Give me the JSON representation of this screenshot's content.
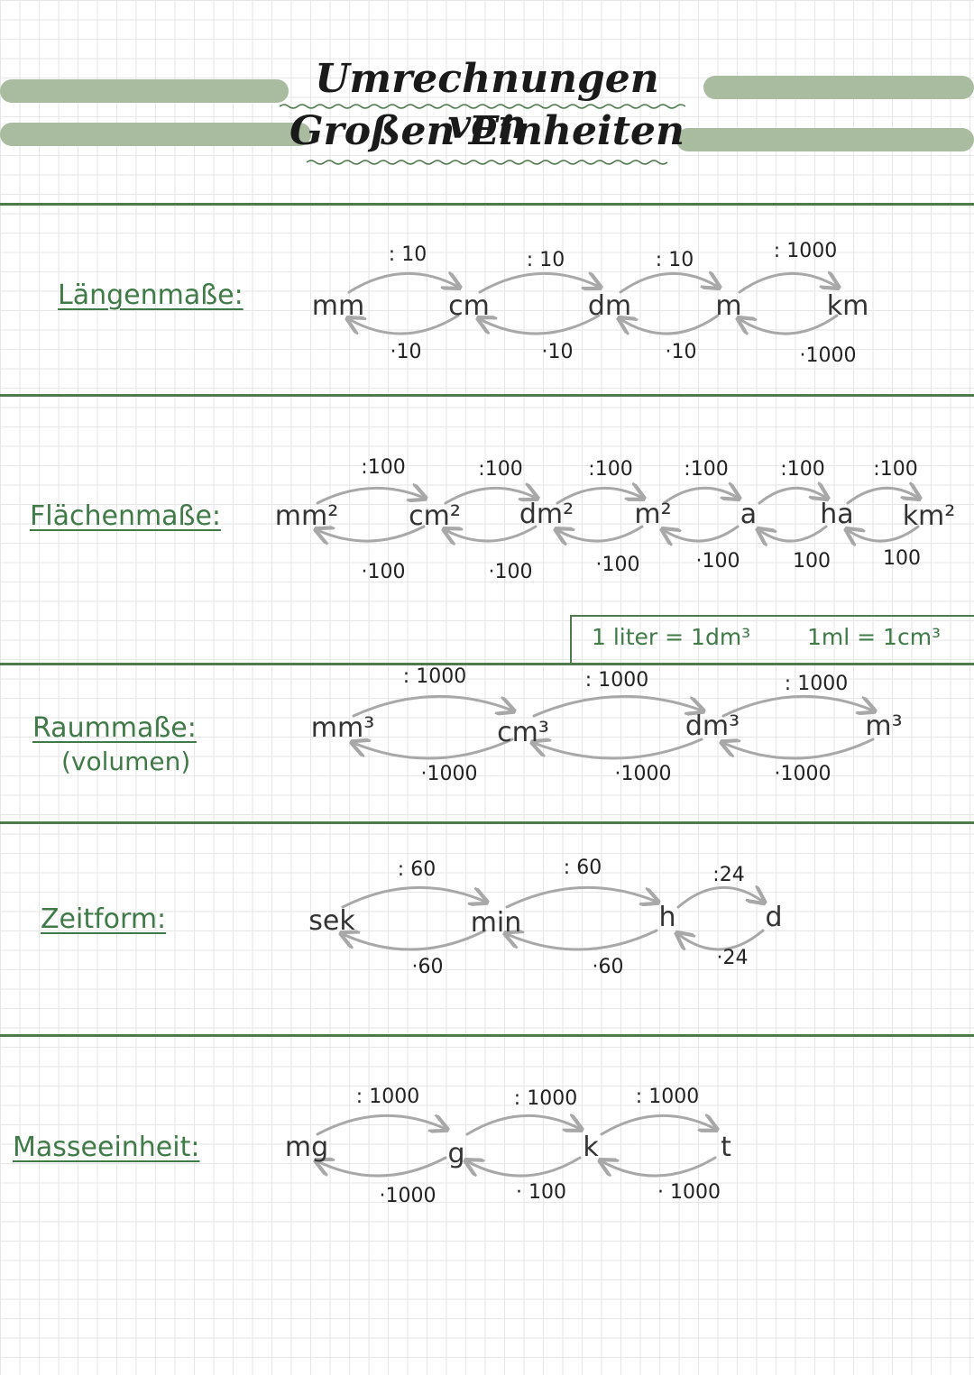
{
  "title": {
    "line1": "Umrechnungen von",
    "line2": "Großen Einheiten"
  },
  "sections": {
    "length": {
      "label": "Längenmaße:",
      "units": [
        "mm",
        "cm",
        "dm",
        "m",
        "km"
      ],
      "divide": [
        ": 10",
        ": 10",
        ": 10",
        ": 1000"
      ],
      "multiply": [
        "·10",
        "·10",
        "·10",
        "·1000"
      ]
    },
    "area": {
      "label": "Flächenmaße:",
      "units": [
        "mm²",
        "cm²",
        "dm²",
        "m²",
        "a",
        "ha",
        "km²"
      ],
      "divide": [
        ":100",
        ":100",
        ":100",
        ":100",
        ":100",
        ":100"
      ],
      "multiply": [
        "·100",
        "·100",
        "·100",
        "·100",
        "100",
        "100"
      ]
    },
    "volume": {
      "label": "Raummaße:",
      "sublabel": "(volumen)",
      "units": [
        "mm³",
        "cm³",
        "dm³",
        "m³"
      ],
      "divide": [
        ": 1000",
        ": 1000",
        ": 1000"
      ],
      "multiply": [
        "·1000",
        "·1000",
        "·1000"
      ],
      "equivalences": [
        "1 liter = 1dm³",
        "1ml = 1cm³"
      ]
    },
    "time": {
      "label": "Zeitform:",
      "units": [
        "sek",
        "min",
        "h",
        "d"
      ],
      "divide": [
        ": 60",
        ": 60",
        ":24"
      ],
      "multiply": [
        "·60",
        "·60",
        "·24"
      ]
    },
    "mass": {
      "label": "Masseeinheit:",
      "units": [
        "mg",
        "g",
        "k",
        "t"
      ],
      "divide": [
        ": 1000",
        ": 1000",
        ": 1000"
      ],
      "multiply": [
        "·1000",
        "· 100",
        "· 1000"
      ]
    }
  }
}
